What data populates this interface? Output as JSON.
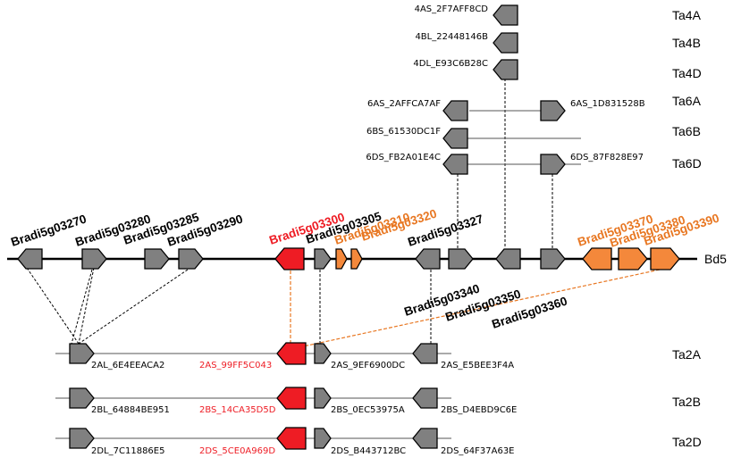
{
  "colors": {
    "gray": "#808080",
    "red": "#ee1c24",
    "orange": "#f4883b",
    "orange_text": "#e87722",
    "black": "#000000"
  },
  "chromosomes": {
    "bd5": "Bd5",
    "ta4a": "Ta4A",
    "ta4b": "Ta4B",
    "ta4d": "Ta4D",
    "ta6a": "Ta6A",
    "ta6b": "Ta6B",
    "ta6d": "Ta6D",
    "ta2a": "Ta2A",
    "ta2b": "Ta2B",
    "ta2d": "Ta2D"
  },
  "bd5_genes": {
    "g03270": "Bradi5g03270",
    "g03280": "Bradi5g03280",
    "g03285": "Bradi5g03285",
    "g03290": "Bradi5g03290",
    "g03300": "Bradi5g03300",
    "g03305": "Bradi5g03305",
    "g03310": "Bradi5g03310",
    "g03320": "Bradi5g03320",
    "g03327": "Bradi5g03327",
    "g03340": "Bradi5g03340",
    "g03350": "Bradi5g03350",
    "g03360": "Bradi5g03360",
    "g03370": "Bradi5g03370",
    "g03380": "Bradi5g03380",
    "g03390": "Bradi5g03390"
  },
  "wheat_genes": {
    "ta4a_1": "4AS_2F7AFF8CD",
    "ta4b_1": "4BL_22448146B",
    "ta4d_1": "4DL_E93C6B28C",
    "ta6a_1": "6AS_2AFFCA7AF",
    "ta6a_2": "6AS_1D831528B",
    "ta6b_1": "6BS_61530DC1F",
    "ta6d_1": "6DS_FB2A01E4C",
    "ta6d_2": "6DS_87F828E97",
    "ta2a_1": "2AL_6E4EEACA2",
    "ta2a_2": "2AS_99FF5C043",
    "ta2a_3": "2AS_9EF6900DC",
    "ta2a_4": "2AS_E5BEE3F4A",
    "ta2b_1": "2BL_64884BE951",
    "ta2b_2": "2BS_14CA35D5D",
    "ta2b_3": "2BS_0EC53975A",
    "ta2b_4": "2BS_D4EBD9C6E",
    "ta2d_1": "2DL_7C11886E5",
    "ta2d_2": "2DS_5CE0A969D",
    "ta2d_3": "2DS_B443712BC",
    "ta2d_4": "2DS_64F37A63E"
  }
}
